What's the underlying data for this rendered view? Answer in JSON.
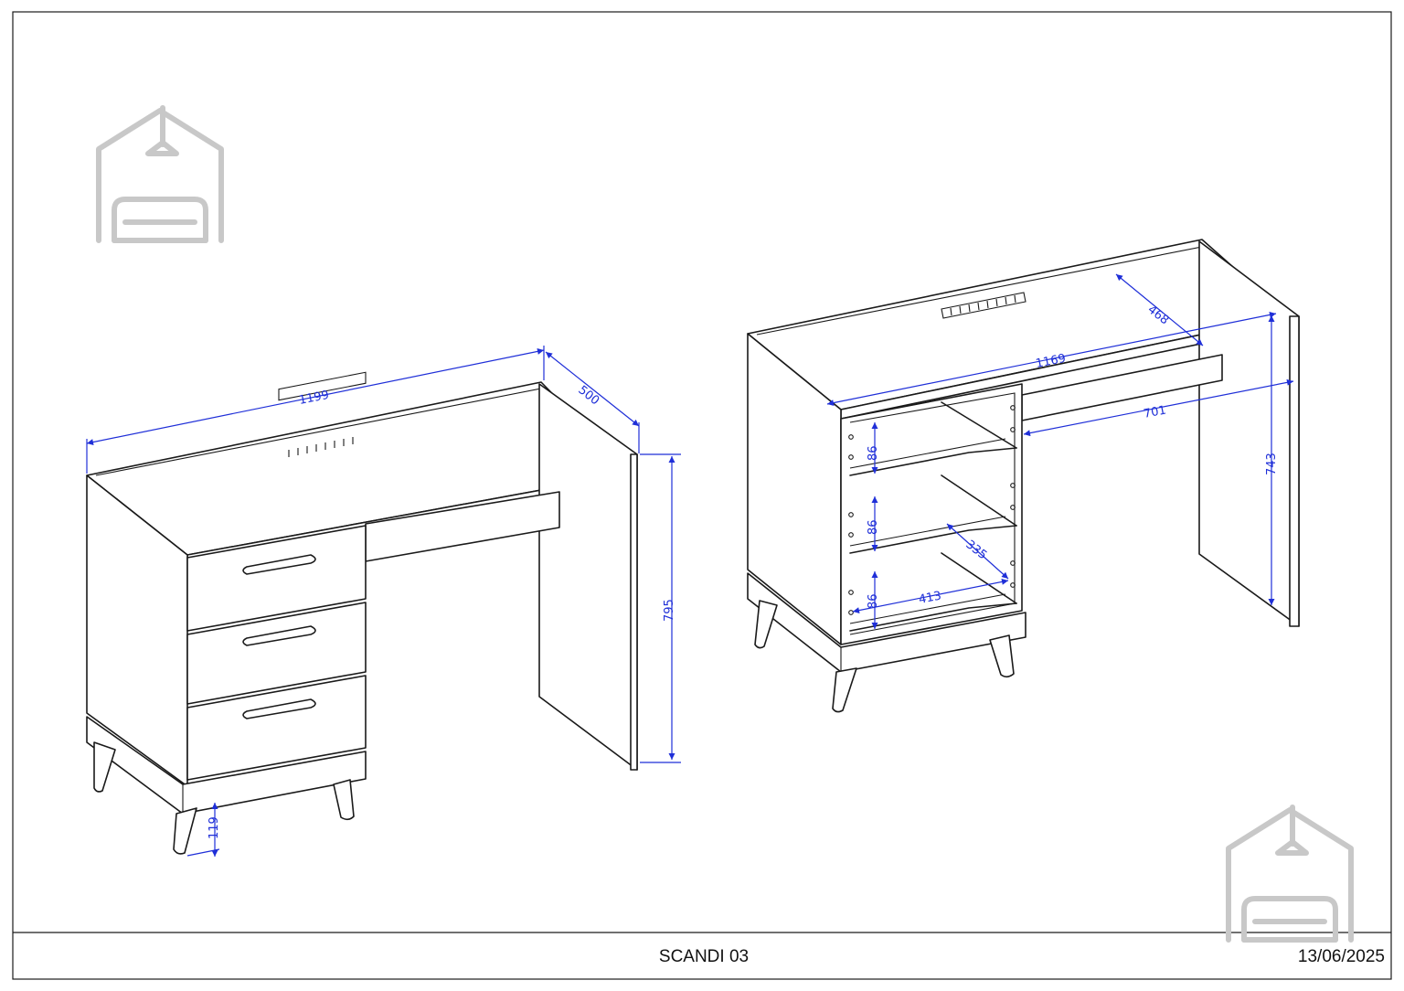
{
  "footer": {
    "model": "SCANDI 03",
    "date": "13/06/2025"
  },
  "left_view": {
    "dimensions": {
      "width": "1199",
      "depth": "500",
      "height": "795",
      "base_height": "119"
    }
  },
  "right_view": {
    "dimensions": {
      "inner_width": "1169",
      "inner_depth": "468",
      "knee_width": "701",
      "inner_height": "743",
      "drawer_1": "86",
      "drawer_2": "86",
      "drawer_3": "86",
      "drawer_width": "413",
      "drawer_depth": "335"
    }
  },
  "colors": {
    "dimension": "#1f2fd8",
    "line": "#1a1a1a",
    "logo": "#c8c8c8"
  },
  "icons": [
    "house-sofa-logo-icon",
    "arrow-icon"
  ]
}
